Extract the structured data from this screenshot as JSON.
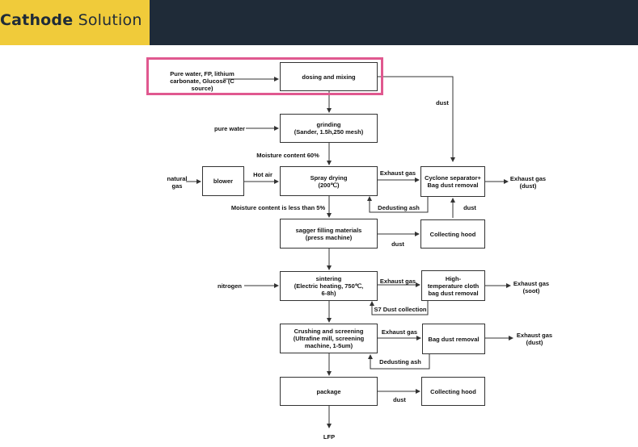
{
  "header": {
    "title_bold": "Cathode",
    "title_rest": " Solution",
    "accent_color": "#f0cb3a",
    "bar_color": "#1f2b38"
  },
  "highlight_color": "#e0588f",
  "boxes": {
    "dosing": "dosing and mixing",
    "grinding": "grinding\n(Sander, 1.5h,250 mesh)",
    "spray": "Spray drying\n(200℃)",
    "blower": "blower",
    "cyclone": "Cyclone separator+\nBag dust removal",
    "sagger": "sagger filling materials\n(press machine)",
    "hood1": "Collecting hood",
    "sintering": "sintering\n(Electric heating, 750℃,\n6-8h)",
    "hightemp": "High-\ntemperature cloth\nbag dust removal",
    "crushing": "Crushing and screening\n(Ultrafine mill, screening\nmachine, 1-5um)",
    "bagdust": "Bag dust removal",
    "package": "package",
    "hood2": "Collecting hood"
  },
  "labels": {
    "inputs": "Pure water,   FP, lithium\ncarbonate, Glucose (C source)",
    "dust1": "dust",
    "pure_water": "pure water",
    "moisture60": "Moisture content 60%",
    "natural_gas": "natural\ngas",
    "hot_air": "Hot air",
    "exhaust1": "Exhaust gas",
    "exhaust_dust1": "Exhaust gas\n(dust)",
    "dedusting1": "Dedusting ash",
    "dust2": "dust",
    "moisture5": "Moisture content is less than 5%",
    "dust3": "dust",
    "nitrogen": "nitrogen",
    "exhaust2": "Exhaust gas",
    "exhaust_soot": "Exhaust gas\n(soot)",
    "s7": "S7 Dust collection",
    "exhaust3": "Exhaust gas",
    "exhaust_dust2": "Exhaust gas\n(dust)",
    "dedusting2": "Dedusting ash",
    "dust4": "dust",
    "lfp": "LFP"
  }
}
